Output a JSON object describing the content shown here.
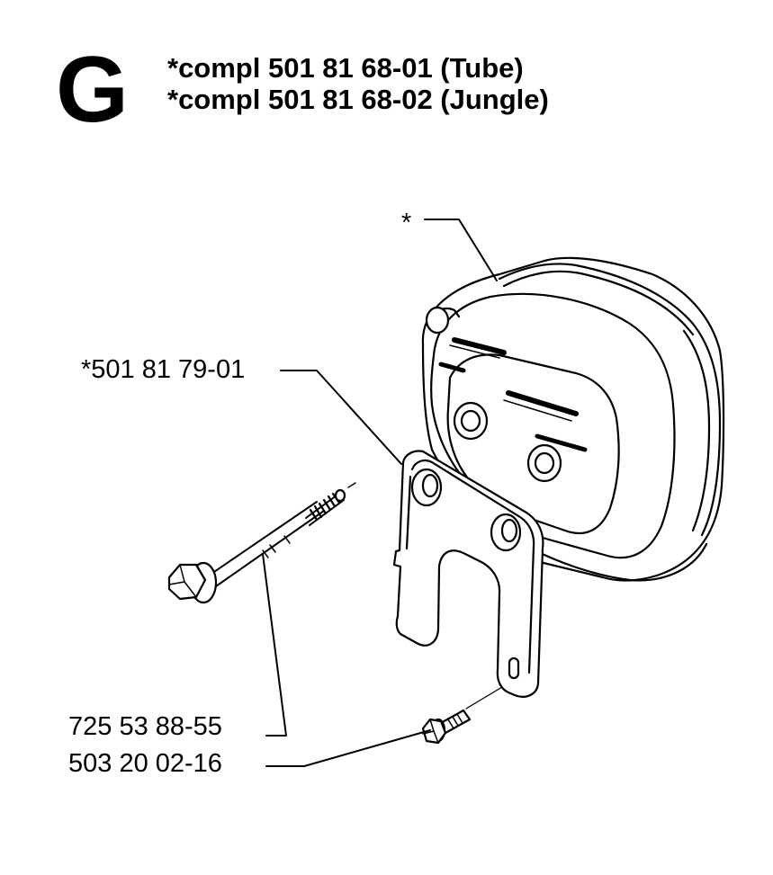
{
  "header": {
    "section_letter": "G",
    "line1": "*compl 501 81 68-01 (Tube)",
    "line2": "*compl 501 81 68-02 (Jungle)"
  },
  "callouts": {
    "muffler": "*",
    "bracket": "*501 81 79-01",
    "bolt": "725 53 88-55",
    "screw": "503 20 02-16"
  }
}
